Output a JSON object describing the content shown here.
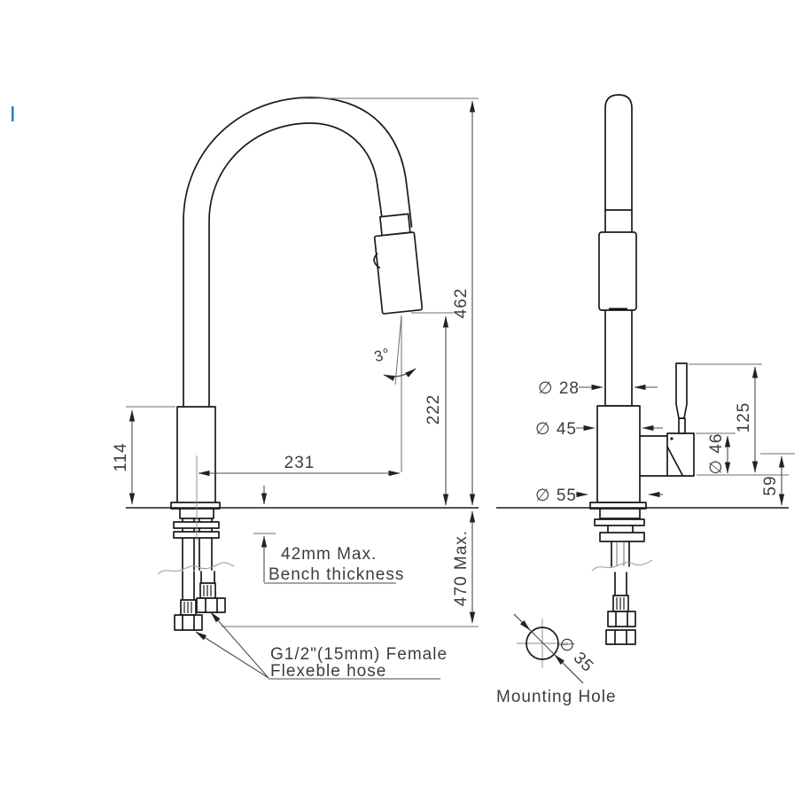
{
  "front_view": {
    "dim_total_height": "462",
    "dim_outlet_to_bench": "222",
    "dim_spout_reach": "231",
    "dim_body_height": "114",
    "dim_below_bench_max": "470 Max.",
    "dim_spray_angle": "3°",
    "note_bench_thickness_line1": "42mm Max.",
    "note_bench_thickness_line2": "Bench thickness",
    "note_hose_line1": "G1/2\"(15mm) Female",
    "note_hose_line2": "Flexeble hose"
  },
  "side_view": {
    "dim_spout_diameter": "∅ 28",
    "dim_body_diameter": "∅ 45",
    "dim_base_diameter": "∅ 55",
    "dim_outlet_diameter": "∅ 46",
    "dim_handle_top_height": "125",
    "dim_outlet_center_height": "59"
  },
  "mounting_hole": {
    "dim_diameter": "∅ 35",
    "caption": "Mounting Hole"
  },
  "colors": {
    "object_line": "#1a1a1a",
    "dimension_line": "#4b4b4b",
    "text": "#3d3d3d",
    "cursor_blue": "#1a7fd4",
    "background": "#ffffff"
  }
}
